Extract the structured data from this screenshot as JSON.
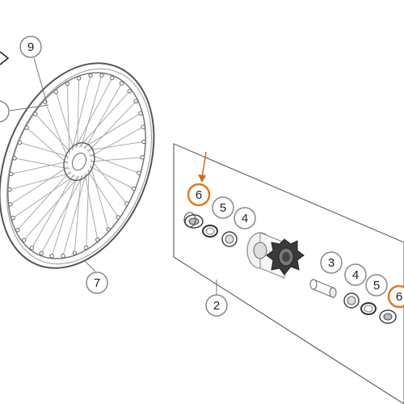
{
  "diagram": {
    "callouts": [
      {
        "id": "c9",
        "label": "9",
        "highlight": false
      },
      {
        "id": "c1",
        "label": "",
        "highlight": false
      },
      {
        "id": "c7",
        "label": "7",
        "highlight": false
      },
      {
        "id": "c2",
        "label": "2",
        "highlight": false
      },
      {
        "id": "c6a",
        "label": "6",
        "highlight": true
      },
      {
        "id": "c5a",
        "label": "5",
        "highlight": false
      },
      {
        "id": "c4a",
        "label": "4",
        "highlight": false
      },
      {
        "id": "c3",
        "label": "3",
        "highlight": false
      },
      {
        "id": "c4b",
        "label": "4",
        "highlight": false
      },
      {
        "id": "c5b",
        "label": "5",
        "highlight": false
      },
      {
        "id": "c6b",
        "label": "6",
        "highlight": true
      }
    ],
    "colors": {
      "line": "#8a8a8a",
      "dark_part": "#333333",
      "highlight": "#e07a22",
      "arrow": "#d2691e"
    }
  }
}
